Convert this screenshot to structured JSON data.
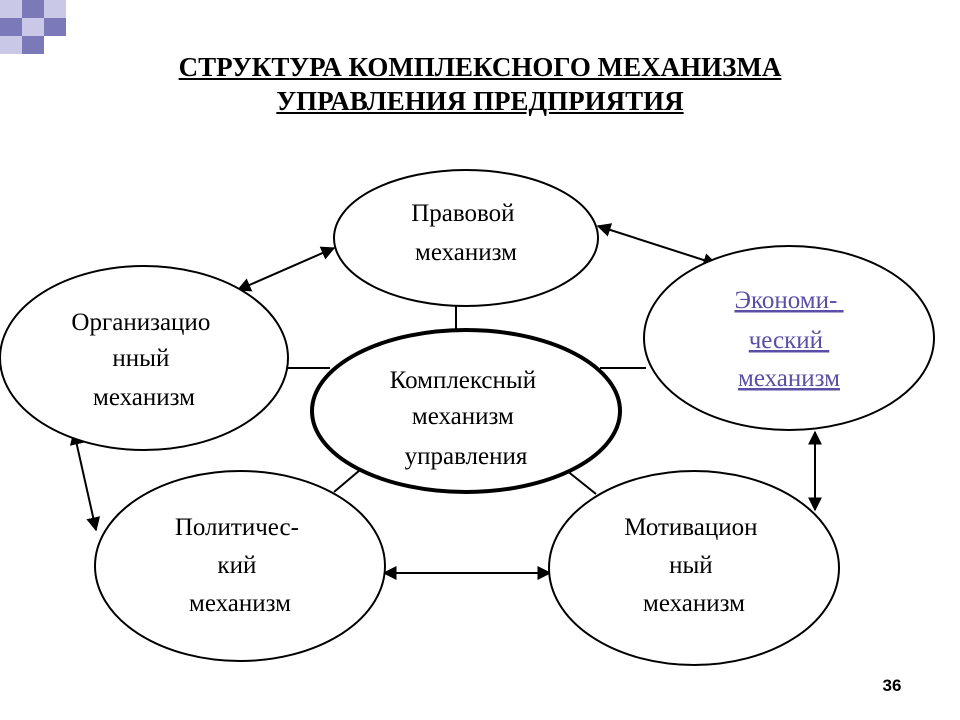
{
  "title": {
    "line1": "СТРУКТУРА КОМПЛЕКСНОГО МЕХАНИЗМА",
    "line2": "УПРАВЛЕНИЯ ПРЕДПРИЯТИЯ"
  },
  "nodes": {
    "legal": [
      "Правовой",
      "механизм"
    ],
    "economic": [
      "Экономи-",
      "ческий",
      "механизм"
    ],
    "organizational": [
      "Организацио",
      "нный",
      "механизм"
    ],
    "center": [
      "Комплексный",
      "механизм",
      "управления"
    ],
    "political": [
      "Политичес-",
      "кий",
      "механизм"
    ],
    "motivational": [
      "Мотивацион",
      "ный",
      "механизм"
    ]
  },
  "colors": {
    "link": "#5a4ea6",
    "corner_dark": "#7b79b8",
    "corner_light": "#c9c8e6"
  },
  "page_number": "36"
}
